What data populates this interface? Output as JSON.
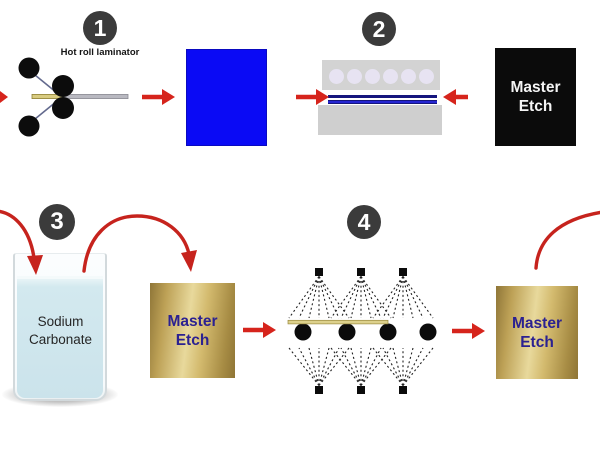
{
  "figure": {
    "type": "process-flow-diagram",
    "steps": {
      "s1": {
        "number": "1",
        "label": "Hot roll laminator"
      },
      "s2": {
        "number": "2"
      },
      "s3": {
        "number": "3"
      },
      "s4": {
        "number": "4"
      }
    },
    "black_box": {
      "line1": "Master",
      "line2": "Etch"
    },
    "gold_box_1": {
      "line1": "Master",
      "line2": "Etch"
    },
    "gold_box_2": {
      "line1": "Master",
      "line2": "Etch"
    },
    "beaker_label": {
      "line1": "Sodium",
      "line2": "Carbonate"
    },
    "colors": {
      "arrow_red": "#d6241c",
      "film_blue": "#0a0af5",
      "black_box_bg": "#0b0b0b",
      "gold": "#cdb167",
      "navy_text": "#2b2191",
      "badge_bg": "#3b3b3b",
      "press_gray": "#d2d2d2",
      "liquid_blue": "#cfe6ec"
    }
  }
}
